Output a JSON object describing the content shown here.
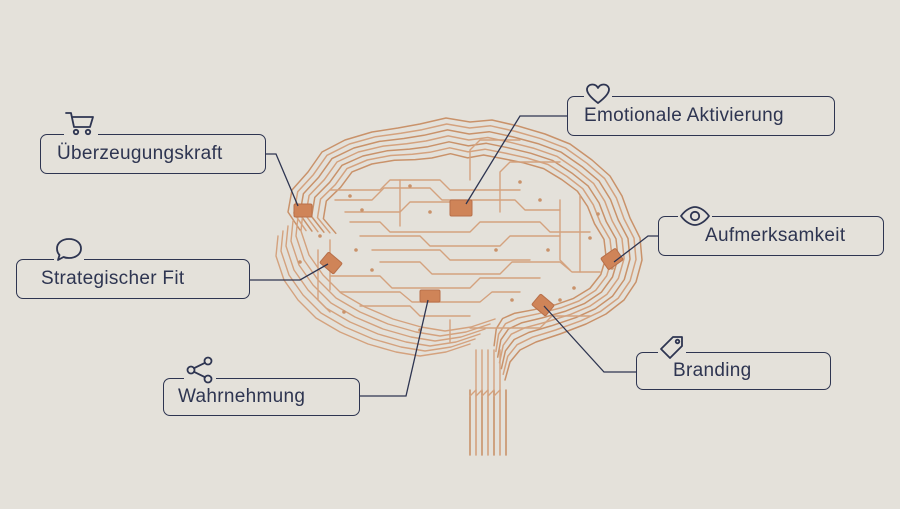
{
  "diagram": {
    "colors": {
      "background": "#e4e1da",
      "ink": "#2e3551",
      "circuit": "#d4a27e",
      "circuit_dark": "#c9926a",
      "chip": "#cf8458"
    },
    "labels": [
      {
        "id": "persuasion",
        "text": "Überzeugungskraft",
        "icon": "shopping-cart-icon"
      },
      {
        "id": "emotional",
        "text": "Emotionale Aktivierung",
        "icon": "heart-icon"
      },
      {
        "id": "attention",
        "text": "Aufmerksamkeit",
        "icon": "eye-icon"
      },
      {
        "id": "strategic",
        "text": "Strategischer Fit",
        "icon": "speech-bubble-icon"
      },
      {
        "id": "branding",
        "text": "Branding",
        "icon": "tag-icon"
      },
      {
        "id": "perception",
        "text": "Wahrnehmung",
        "icon": "share-nodes-icon"
      }
    ]
  }
}
